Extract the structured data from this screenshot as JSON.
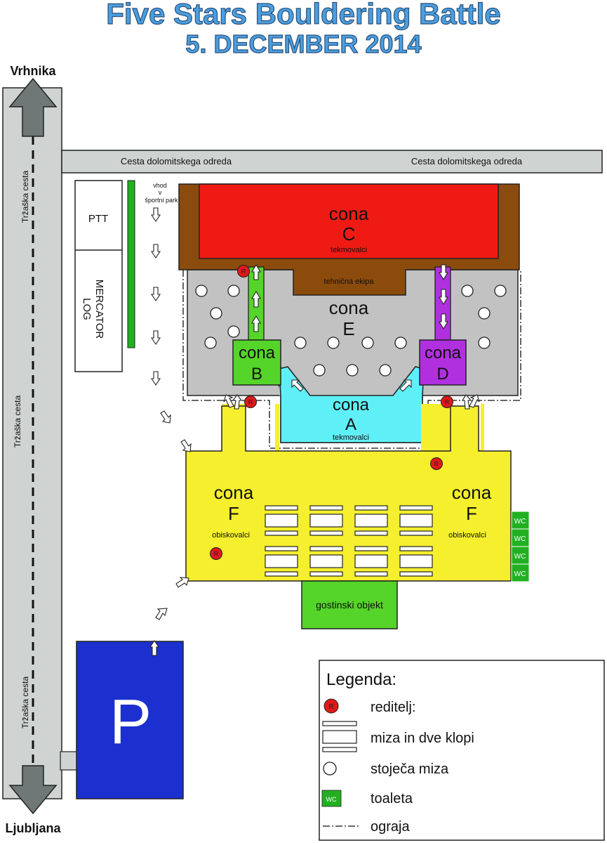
{
  "title": "Five Stars Bouldering Battle",
  "subtitle": "5. DECEMBER 2014",
  "roads": {
    "north": "Vrhnika",
    "south": "Ljubljana",
    "side_road": "Tržaška cesta",
    "top_road": "Cesta dolomitskega odreda"
  },
  "buildings": {
    "ptt": "PTT",
    "mercator_1": "MERCATOR",
    "mercator_2": "LOG",
    "parking": "P",
    "entrance_1": "vhod",
    "entrance_2": "v",
    "entrance_3": "športni park",
    "restaurant": "gostinski objekt"
  },
  "zones": {
    "word": "cona",
    "c": {
      "letter": "C",
      "note": "tekmovalci"
    },
    "e": {
      "letter": "E",
      "note": "tehnična ekipa"
    },
    "b": {
      "letter": "B"
    },
    "d": {
      "letter": "D"
    },
    "a": {
      "letter": "A",
      "note": "tekmovalci"
    },
    "f": {
      "letter": "F",
      "note": "obiskovalci"
    }
  },
  "marker_r": "R",
  "wc": "WC",
  "legend": {
    "title": "Legenda:",
    "items": [
      "reditelj:",
      "miza in dve klopi",
      "stoječa miza",
      "toaleta",
      "ograja"
    ]
  },
  "colors": {
    "road": "#cfd4d3",
    "zone_c": "#f01a14",
    "brown": "#8a4b0d",
    "zone_e": "#c2c2c2",
    "zone_b": "#55d42a",
    "zone_d": "#b030e0",
    "zone_a": "#5ff0f7",
    "zone_f": "#f5ef2e",
    "parking": "#1c30d0",
    "wc": "#22b022",
    "marker": "#e01818"
  }
}
